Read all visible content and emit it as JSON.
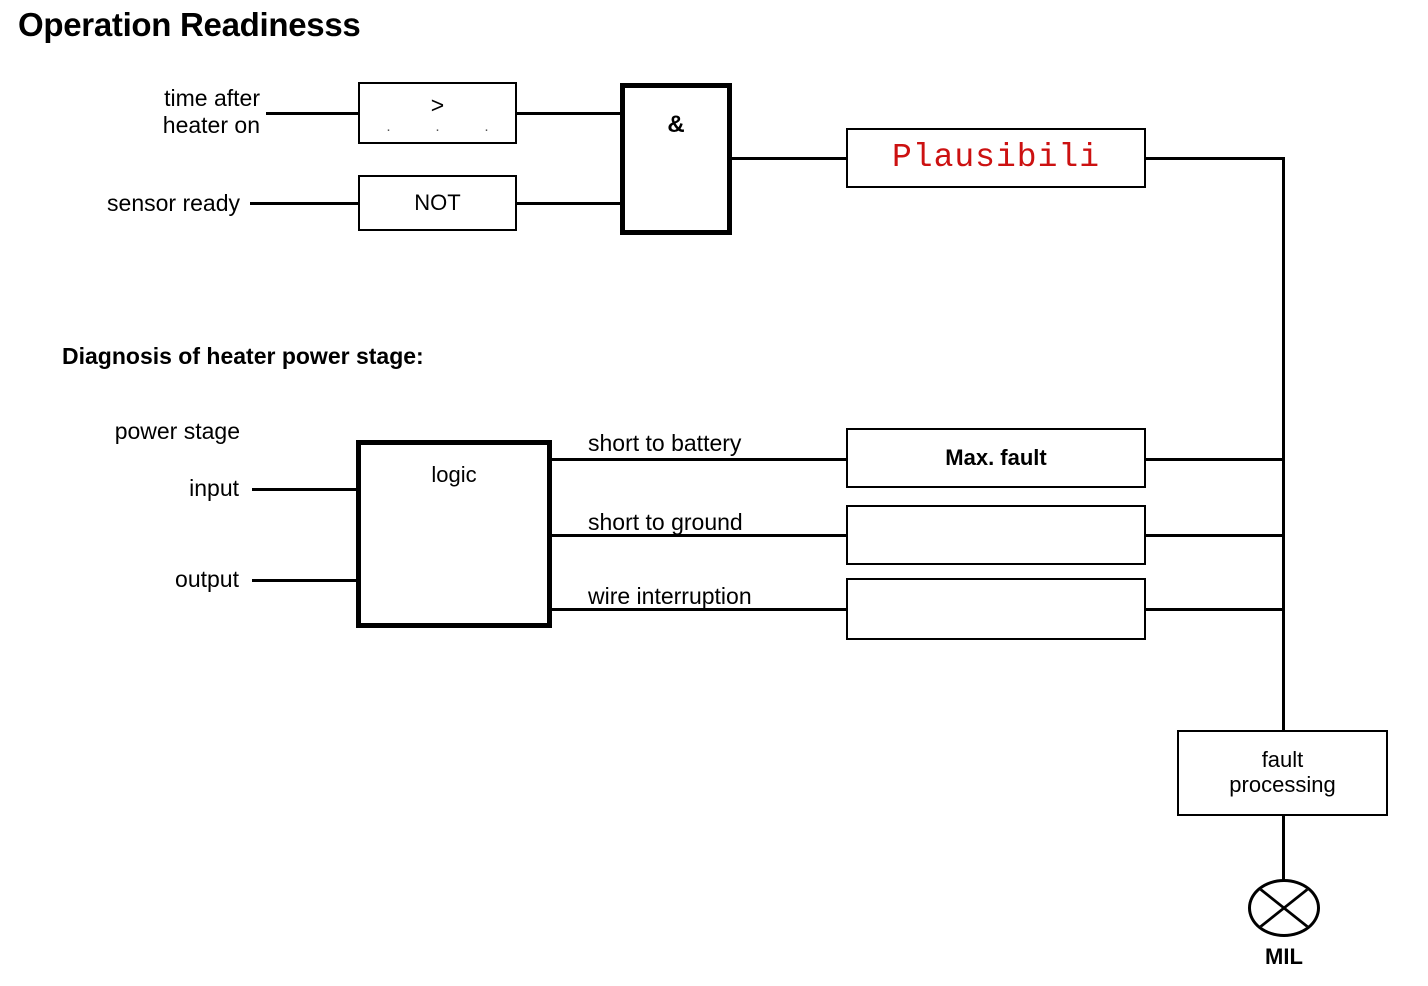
{
  "title": "Operation Readinesss",
  "section": {
    "heading": "Diagnosis of heater power stage:"
  },
  "readiness": {
    "inputs": [
      {
        "line1": "time after",
        "line2": "heater on"
      },
      {
        "line1": "sensor ready",
        "line2": ""
      }
    ],
    "comparator": {
      "symbol": ">",
      "dot1": "·",
      "dot2": "·",
      "dot3": "·"
    },
    "not_gate": "NOT",
    "and_gate": "&",
    "plausibility_box": "Plausibili"
  },
  "diagnosis": {
    "input_labels": [
      "power stage",
      "input",
      "output"
    ],
    "logic_block": "logic",
    "fault_lines": [
      "short to battery",
      "short to ground",
      "wire interruption"
    ],
    "fault_boxes": [
      "Max. fault",
      "",
      ""
    ]
  },
  "output": {
    "fault_processing_line1": "fault",
    "fault_processing_line2": "processing",
    "mil_label": "MIL",
    "mil_icon": "lamp-cross-icon"
  },
  "colors": {
    "stroke": "#000000",
    "plausibility_text": "#cc1111",
    "background": "#ffffff"
  }
}
